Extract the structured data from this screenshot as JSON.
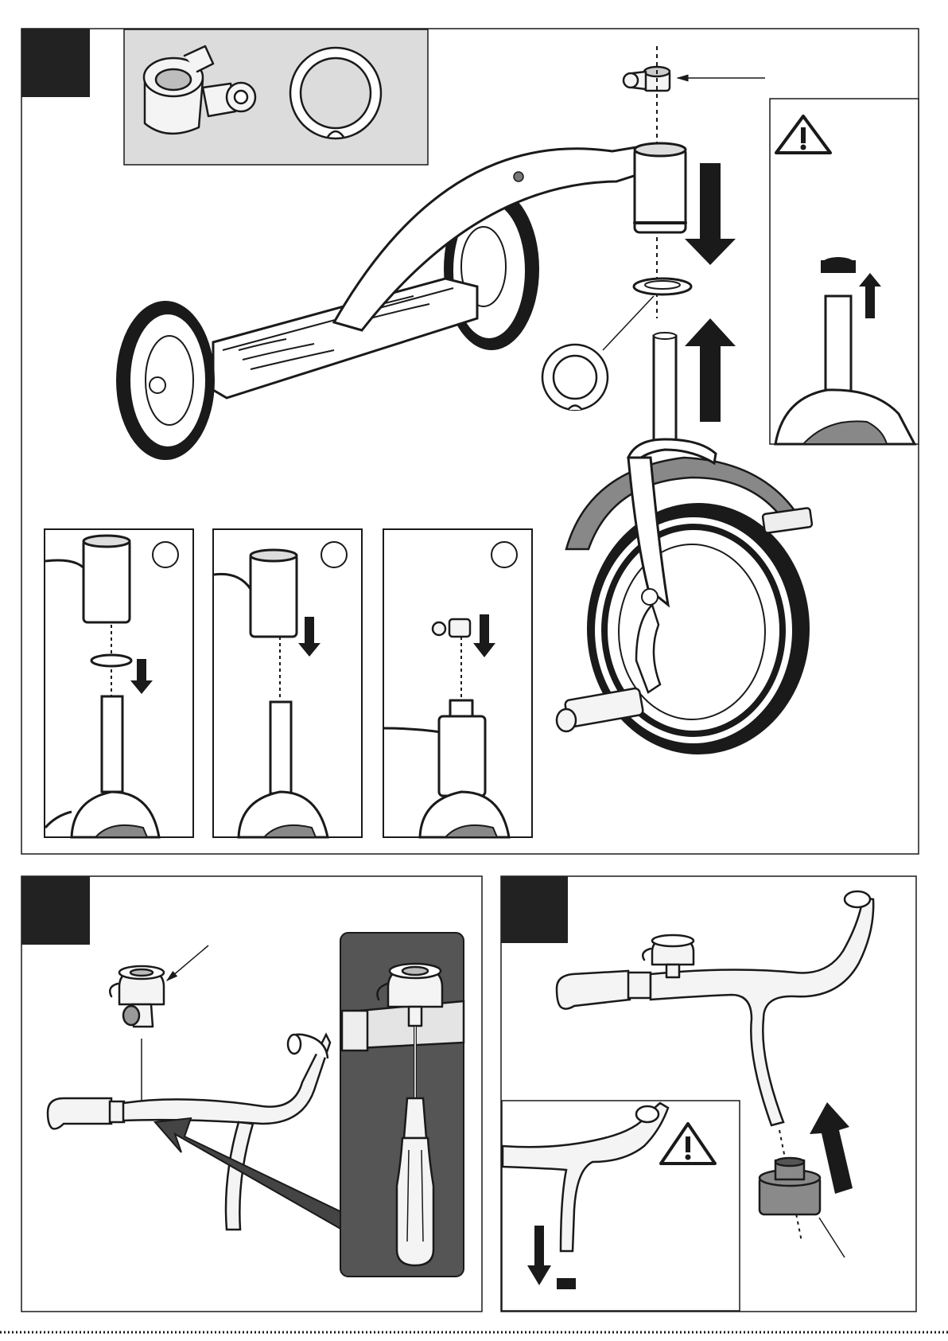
{
  "colors": {
    "ink": "#1a1a1a",
    "panel_dark": "#222222",
    "inset_grey": "#dcdcdc",
    "screwdriver_panel": "#555555",
    "rubber_grey": "#8a8a8a",
    "light_part": "#f4f4f4"
  },
  "panels": [
    {
      "id": "fork-assembly",
      "number_box": "dark-square"
    },
    {
      "id": "bell-mounting",
      "number_box": "dark-square"
    },
    {
      "id": "handlebar-insertion",
      "number_box": "dark-square"
    }
  ],
  "sub_steps": [
    {
      "id": "sub-step-1",
      "badge": "empty-circle"
    },
    {
      "id": "sub-step-2",
      "badge": "empty-circle"
    },
    {
      "id": "sub-step-3",
      "badge": "empty-circle"
    }
  ],
  "icons": [
    "warning-icon",
    "down-arrow-icon",
    "up-arrow-icon",
    "screwdriver-icon",
    "bell-icon",
    "clamp-icon",
    "washer-icon"
  ]
}
